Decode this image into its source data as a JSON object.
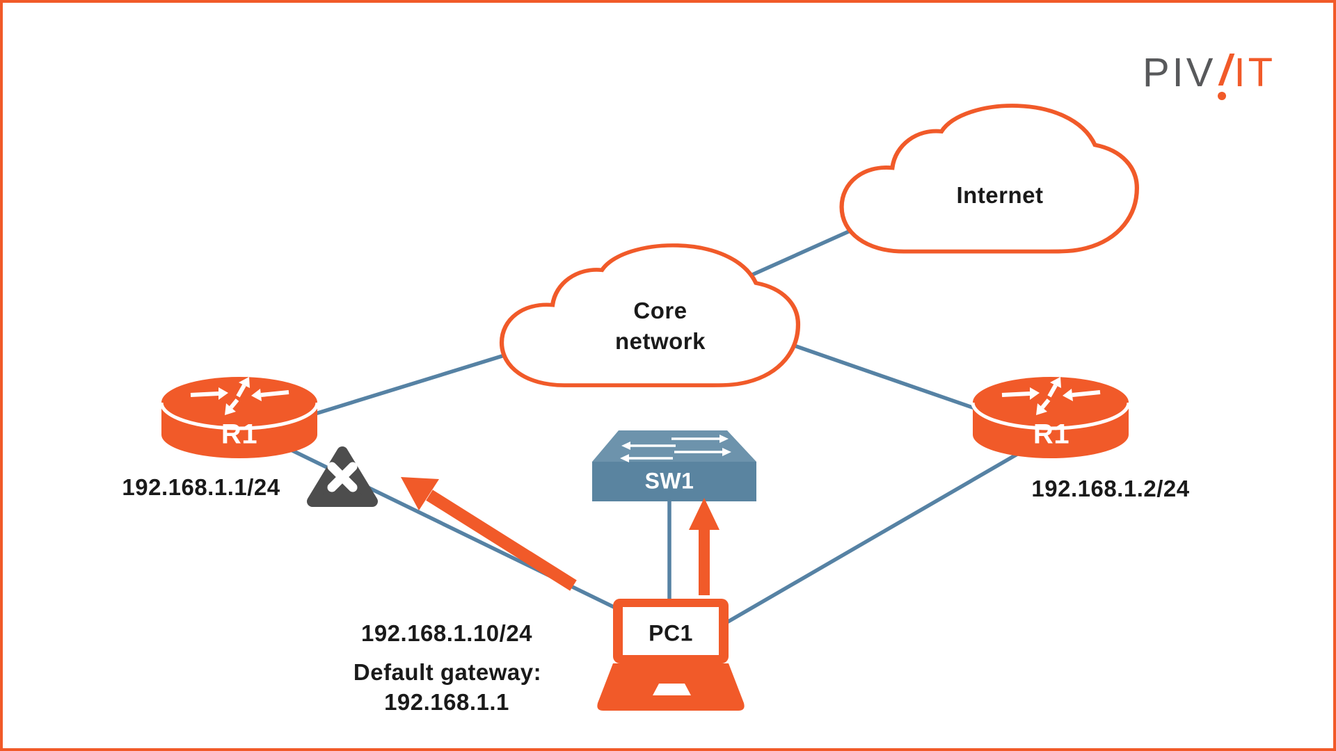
{
  "logo": {
    "prefix": "PIV",
    "suffix": "IT"
  },
  "nodes": {
    "internet": {
      "label": "Internet"
    },
    "core": {
      "line1": "Core",
      "line2": "network"
    },
    "router_left": {
      "name": "R1",
      "ip": "192.168.1.1/24"
    },
    "router_right": {
      "name": "R1",
      "ip": "192.168.1.2/24"
    },
    "switch": {
      "name": "SW1"
    },
    "pc": {
      "name": "PC1",
      "ip": "192.168.1.10/24",
      "gateway_label": "Default gateway:",
      "gateway_value": "192.168.1.1"
    }
  },
  "colors": {
    "accent_orange": "#F15A29",
    "link_blue": "#5682A4",
    "switch_top": "#6D93AC",
    "switch_front": "#5A84A0",
    "alert_gray": "#4D4D4D",
    "text_dark": "#1A1A1A",
    "logo_gray": "#58595B"
  }
}
